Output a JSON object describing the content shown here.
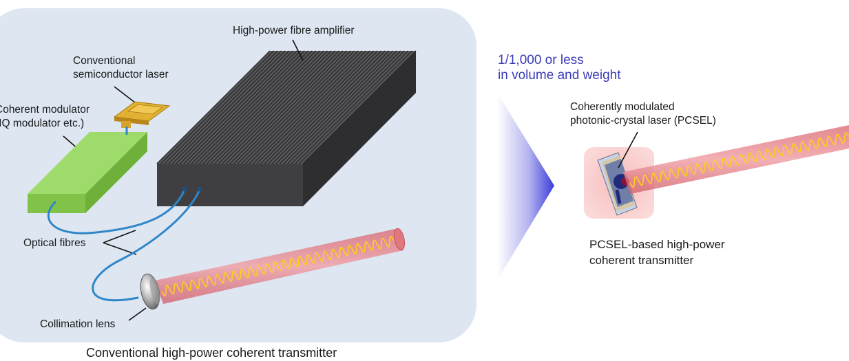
{
  "left_panel": {
    "labels": {
      "amplifier": "High-power fibre amplifier",
      "laser_line1": "Conventional",
      "laser_line2": "semiconductor laser",
      "modulator_line1": "Coherent modulator",
      "modulator_line2": "(IQ modulator etc.)",
      "fibres": "Optical fibres",
      "lens": "Collimation lens"
    },
    "caption": "Conventional high-power coherent transmitter"
  },
  "comparison": {
    "line1": "1/1,000 or less",
    "line2": "in volume and weight"
  },
  "right_panel": {
    "pcsel_line1": "Coherently modulated",
    "pcsel_line2": "photonic-crystal laser (PCSEL)",
    "caption_line1": "PCSEL-based high-power",
    "caption_line2": "coherent transmitter"
  },
  "colors": {
    "panel_bg": "#dde6f1",
    "amplifier": "#4a4a4c",
    "modulator": "#8fd25a",
    "laser_chip": "#d8a52c",
    "fibre": "#2f86c8",
    "beam": "#e47d86",
    "wave": "#ffd21a",
    "arrow": "#4242d8",
    "text_accent": "#3a3ab8"
  }
}
